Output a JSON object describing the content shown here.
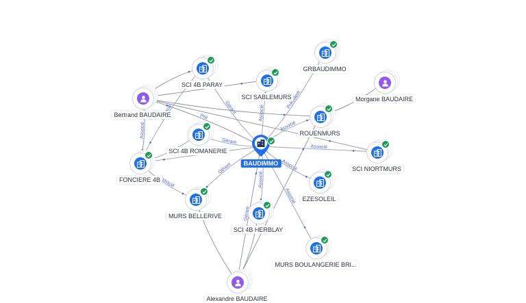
{
  "colors": {
    "edge": "#9aa0ad",
    "edge_person": "#8a8fa0",
    "link_text": "#4b63d8",
    "company": "#1f6fe5",
    "person": "#8f5be8",
    "verified": "#1c9b59",
    "central": "#1f6fe5"
  },
  "central": {
    "label": "BAUDIMMO",
    "icon": "building-icon"
  },
  "nodes": [
    {
      "id": "sci4bparay",
      "label": "SCI 4B PARAY",
      "kind": "company",
      "icon": "building-icon",
      "verified": true
    },
    {
      "id": "scisablemurs",
      "label": "SCI SABLEMURS",
      "kind": "company",
      "icon": "building-icon",
      "verified": true
    },
    {
      "id": "grbaudimmo",
      "label": "GRBAUDIMMO",
      "kind": "company",
      "icon": "building-icon",
      "verified": true
    },
    {
      "id": "morgane",
      "label": "Morgane BAUDAIRE",
      "kind": "person",
      "icon": "person-icon",
      "verified": false
    },
    {
      "id": "bertrand",
      "label": "Bertrand BAUDAIRE",
      "kind": "person",
      "icon": "person-icon",
      "verified": false
    },
    {
      "id": "rouenmurs",
      "label": "ROUENMURS",
      "kind": "company",
      "icon": "building-icon",
      "verified": true
    },
    {
      "id": "sci4bromanerie",
      "label": "SCI 4B ROMANERIE",
      "kind": "company",
      "icon": "building-icon",
      "verified": true
    },
    {
      "id": "sciniortmurs",
      "label": "SCI NIORTMURS",
      "kind": "company",
      "icon": "building-icon",
      "verified": true
    },
    {
      "id": "fonciere4b",
      "label": "FONCIERE 4B",
      "kind": "company",
      "icon": "building-icon",
      "verified": true
    },
    {
      "id": "ezesoleil",
      "label": "EZESOLEIL",
      "kind": "company",
      "icon": "building-icon",
      "verified": true
    },
    {
      "id": "mursbellerive",
      "label": "MURS BELLERIVE",
      "kind": "company",
      "icon": "building-icon",
      "verified": true
    },
    {
      "id": "sci4bherblay",
      "label": "SCI 4B HERBLAY",
      "kind": "company",
      "icon": "building-icon",
      "verified": true
    },
    {
      "id": "mursboulangerie",
      "label": "MURS BOULANGERIE BRI...",
      "kind": "company",
      "icon": "building-icon",
      "verified": true
    },
    {
      "id": "alexandre",
      "label": "Alexandre BAUDAIRE",
      "kind": "person",
      "icon": "person-icon",
      "verified": false
    }
  ],
  "edges": [
    {
      "from": "central",
      "to": "sci4bparay",
      "label": "Gérant"
    },
    {
      "from": "central",
      "to": "scisablemurs",
      "label": "Associé"
    },
    {
      "from": "central",
      "to": "grbaudimmo",
      "label": "Président"
    },
    {
      "from": "central",
      "to": "rouenmurs",
      "label": "Associé"
    },
    {
      "from": "central",
      "to": "sciniortmurs",
      "label": "Associé"
    },
    {
      "from": "central",
      "to": "ezesoleil",
      "label": "Associé"
    },
    {
      "from": "central",
      "to": "sci4bherblay",
      "label": "Associé"
    },
    {
      "from": "central",
      "to": "mursboulangerie",
      "label": "Associé"
    },
    {
      "from": "central",
      "to": "mursbellerive",
      "label": "Gérant"
    },
    {
      "from": "central",
      "to": "sci4bromanerie",
      "label": "Gérant"
    },
    {
      "from": "central",
      "to": "fonciere4b",
      "label": "Président"
    },
    {
      "from": "central",
      "to": "bertrand",
      "label": "Pré"
    },
    {
      "from": "bertrand",
      "to": "sci4bparay",
      "label": ""
    },
    {
      "from": "bertrand",
      "to": "scisablemurs",
      "label": ""
    },
    {
      "from": "bertrand",
      "to": "rouenmurs",
      "label": ""
    },
    {
      "from": "bertrand",
      "to": "fonciere4b",
      "label": "Associé"
    },
    {
      "from": "bertrand",
      "to": "sciniortmurs",
      "label": ""
    },
    {
      "from": "sci4bparay",
      "to": "fonciere4b",
      "label": "Associé"
    },
    {
      "from": "morgane",
      "to": "rouenmurs",
      "label": ""
    },
    {
      "from": "alexandre",
      "to": "rouenmurs",
      "label": ""
    },
    {
      "from": "alexandre",
      "to": "sci4bherblay",
      "label": ""
    },
    {
      "from": "alexandre",
      "to": "mursbellerive",
      "label": ""
    },
    {
      "from": "alexandre",
      "to": "central",
      "label": "Gérant"
    },
    {
      "from": "fonciere4b",
      "to": "mursbellerive",
      "label": "Associé"
    },
    {
      "from": "sci4bromanerie",
      "to": "fonciere4b",
      "label": ""
    }
  ]
}
